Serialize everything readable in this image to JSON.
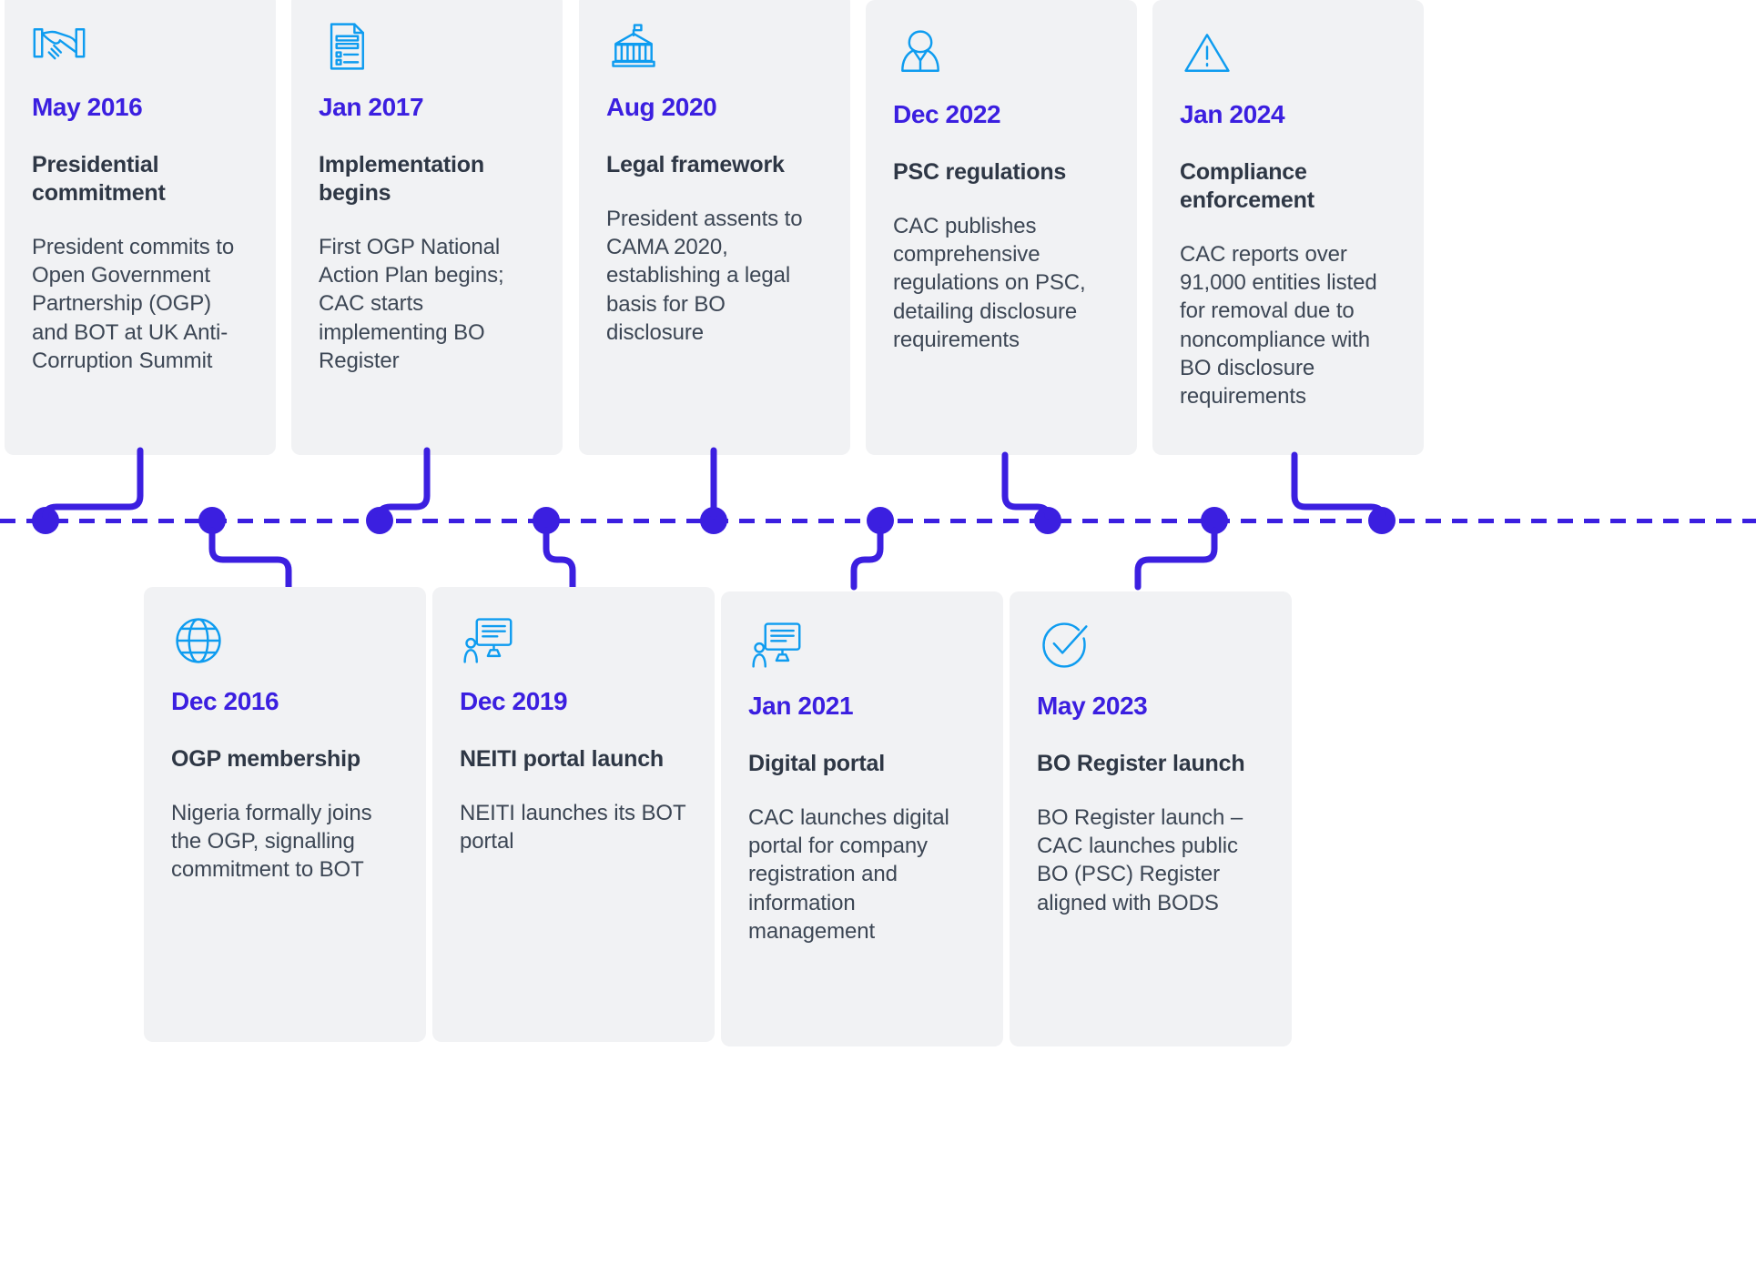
{
  "theme": {
    "card_bg": "#f1f2f4",
    "date_color": "#3b1fe0",
    "title_color": "#2e3745",
    "body_color": "#3c4654",
    "icon_color": "#0e9cf0",
    "timeline_color": "#3b1fe0",
    "page_bg": "#ffffff"
  },
  "timeline": {
    "orientation": "horizontal",
    "line_style": "dashed",
    "node_count": 9,
    "top_row_count": 5,
    "bottom_row_count": 4
  },
  "milestones": [
    {
      "id": "may-2016",
      "row": "top",
      "icon": "handshake-icon",
      "date": "May 2016",
      "title": "Presidential commitment",
      "body": "President commits to Open Government Partnership (OGP) and BOT at UK Anti-Corruption Summit"
    },
    {
      "id": "dec-2016",
      "row": "bottom",
      "icon": "globe-icon",
      "date": "Dec 2016",
      "title": "OGP membership",
      "body": "Nigeria formally joins the OGP, signalling commitment to BOT"
    },
    {
      "id": "jan-2017",
      "row": "top",
      "icon": "document-list-icon",
      "date": "Jan 2017",
      "title": "Implementation begins",
      "body": "First OGP National Action Plan begins; CAC starts implementing BO Register"
    },
    {
      "id": "dec-2019",
      "row": "bottom",
      "icon": "presentation-screen-icon",
      "date": "Dec 2019",
      "title": "NEITI portal launch",
      "body": "NEITI launches its BOT portal"
    },
    {
      "id": "aug-2020",
      "row": "top",
      "icon": "government-building-icon",
      "date": "Aug 2020",
      "title": "Legal framework",
      "body": "President assents to CAMA 2020, establishing a legal basis for BO disclosure"
    },
    {
      "id": "jan-2021",
      "row": "bottom",
      "icon": "presentation-screen-icon",
      "date": "Jan 2021",
      "title": "Digital portal",
      "body": "CAC launches digital portal for company registration and information management"
    },
    {
      "id": "dec-2022",
      "row": "top",
      "icon": "person-official-icon",
      "date": "Dec 2022",
      "title": "PSC regulations",
      "body": "CAC publishes comprehensive regulations on PSC, detailing disclosure requirements"
    },
    {
      "id": "may-2023",
      "row": "bottom",
      "icon": "check-circle-icon",
      "date": "May 2023",
      "title": "BO Register launch",
      "body": "BO Register launch – CAC launches public BO (PSC) Register aligned with BODS"
    },
    {
      "id": "jan-2024",
      "row": "top",
      "icon": "warning-triangle-icon",
      "date": "Jan 2024",
      "title": "Compliance enforcement",
      "body": "CAC reports over 91,000 entities listed for removal due to noncompliance with BO disclosure requirements"
    }
  ]
}
